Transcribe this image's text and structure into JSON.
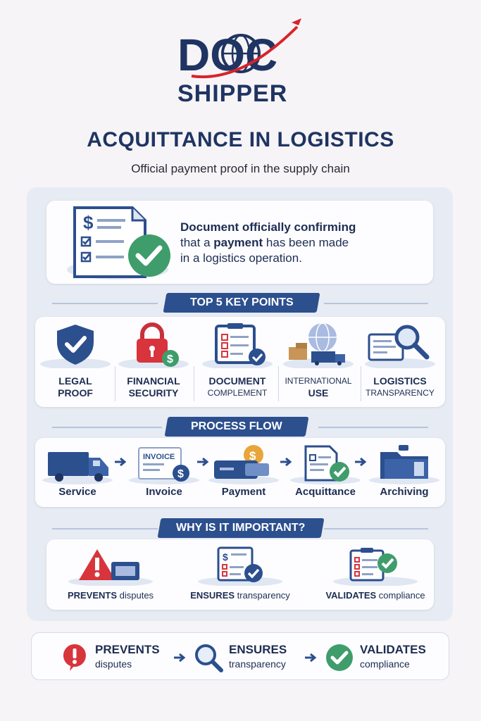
{
  "brand": {
    "logo_text_top": "DOC",
    "logo_text_bottom": "SHIPPER",
    "primary": "#1f3462",
    "accent": "#d8232a"
  },
  "header": {
    "title": "ACQUITTANCE IN LOGISTICS",
    "subtitle": "Official payment proof in the supply chain"
  },
  "definition": {
    "line1": "Document officially confirming",
    "line2_pre": "that a ",
    "line2_bold": "payment",
    "line2_post": " has been made",
    "line3": "in a logistics operation.",
    "icon": "document-check-icon"
  },
  "key_points": {
    "heading": "TOP 5 KEY POINTS",
    "items": [
      {
        "line1": "LEGAL",
        "line2": "PROOF",
        "icon": "shield-check-icon"
      },
      {
        "line1": "FINANCIAL",
        "line2": "SECURITY",
        "icon": "padlock-dollar-icon"
      },
      {
        "line1": "DOCUMENT",
        "line2": "COMPLEMENT",
        "icon": "clipboard-check-icon"
      },
      {
        "line1": "INTERNATIONAL",
        "line2": "USE",
        "icon": "globe-truck-icon"
      },
      {
        "line1": "LOGISTICS",
        "line2": "TRANSPARENCY",
        "icon": "magnifier-document-icon"
      }
    ]
  },
  "process_flow": {
    "heading": "PROCESS FLOW",
    "steps": [
      {
        "label": "Service",
        "icon": "truck-icon"
      },
      {
        "label": "Invoice",
        "icon": "invoice-icon",
        "icon_text": "INVOICE"
      },
      {
        "label": "Payment",
        "icon": "card-coin-icon"
      },
      {
        "label": "Acquittance",
        "icon": "document-check-icon"
      },
      {
        "label": "Archiving",
        "icon": "folder-icon"
      }
    ]
  },
  "importance": {
    "heading": "WHY IS IT IMPORTANT?",
    "items": [
      {
        "bold": "PREVENTS",
        "rest": " disputes",
        "icon": "warning-icon"
      },
      {
        "bold": "ENSURES",
        "rest": " transparency",
        "icon": "checklist-icon"
      },
      {
        "bold": "VALIDATES",
        "rest": " compliance",
        "icon": "clipboard-check-icon"
      }
    ]
  },
  "summary": {
    "items": [
      {
        "title": "PREVENTS",
        "sub": "disputes",
        "icon": "exclamation-icon"
      },
      {
        "title": "ENSURES",
        "sub": "transparency",
        "icon": "magnifier-icon"
      },
      {
        "title": "VALIDATES",
        "sub": "compliance",
        "icon": "check-circle-icon"
      }
    ]
  }
}
